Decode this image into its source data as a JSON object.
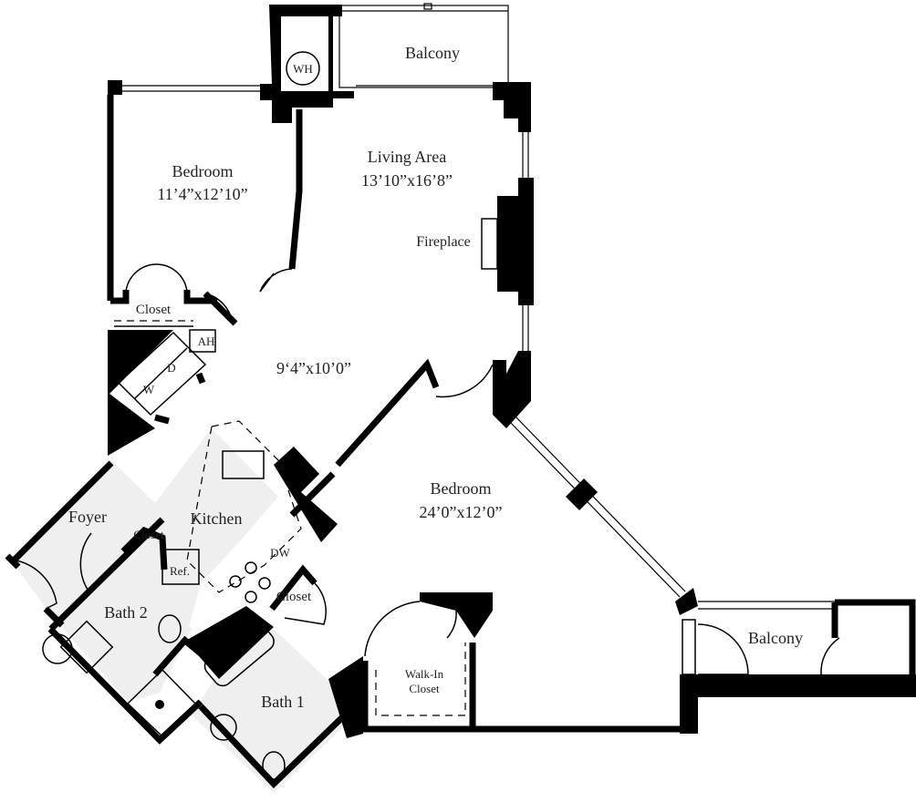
{
  "colors": {
    "walls": "#000000",
    "wet_areas": "#efeff0",
    "background": "#ffffff"
  },
  "rooms": {
    "balcony_top": {
      "name": "Balcony"
    },
    "water_heater": {
      "name": "WH"
    },
    "bedroom_left": {
      "name": "Bedroom",
      "size": "11’4”x12’10”"
    },
    "living": {
      "name": "Living Area",
      "size": "13’10”x16’8”"
    },
    "fireplace": {
      "name": "Fireplace"
    },
    "closet_left": {
      "name": "Closet"
    },
    "air_handler": {
      "name": "AH"
    },
    "washer": {
      "name": "W"
    },
    "dryer": {
      "name": "D"
    },
    "dining": {
      "size": "9‘4”x10’0”"
    },
    "bedroom_main": {
      "name": "Bedroom",
      "size": "24’0”x12’0”"
    },
    "foyer": {
      "name": "Foyer"
    },
    "foyer_closet": {
      "name": "Closet"
    },
    "kitchen": {
      "name": "Kitchen"
    },
    "dishwasher": {
      "name": "DW"
    },
    "refrigerator": {
      "name": "Ref."
    },
    "closet_bath": {
      "name": "Closet"
    },
    "bath2": {
      "name": "Bath 2"
    },
    "bath1": {
      "name": "Bath 1"
    },
    "walkin": {
      "name1": "Walk-In",
      "name2": "Closet"
    },
    "balcony_right": {
      "name": "Balcony"
    }
  }
}
